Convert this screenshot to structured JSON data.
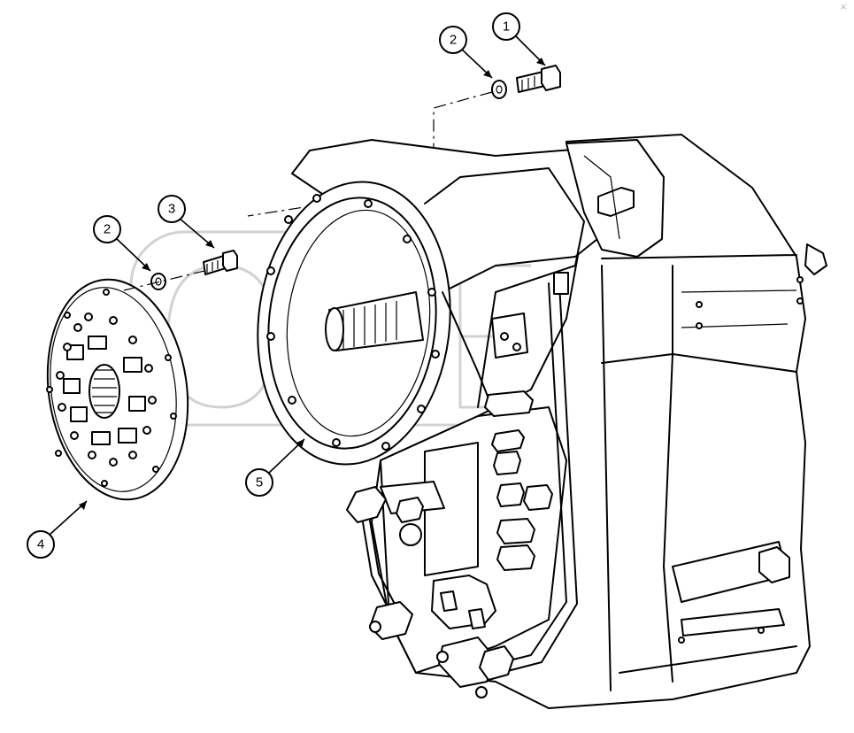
{
  "diagram": {
    "callouts": [
      {
        "id": "1",
        "label": "1"
      },
      {
        "id": "2a",
        "label": "2"
      },
      {
        "id": "3",
        "label": "3"
      },
      {
        "id": "2b",
        "label": "2"
      },
      {
        "id": "4",
        "label": "4"
      },
      {
        "id": "5",
        "label": "5"
      }
    ],
    "watermark": "OPEX",
    "close_glyph": "×"
  }
}
